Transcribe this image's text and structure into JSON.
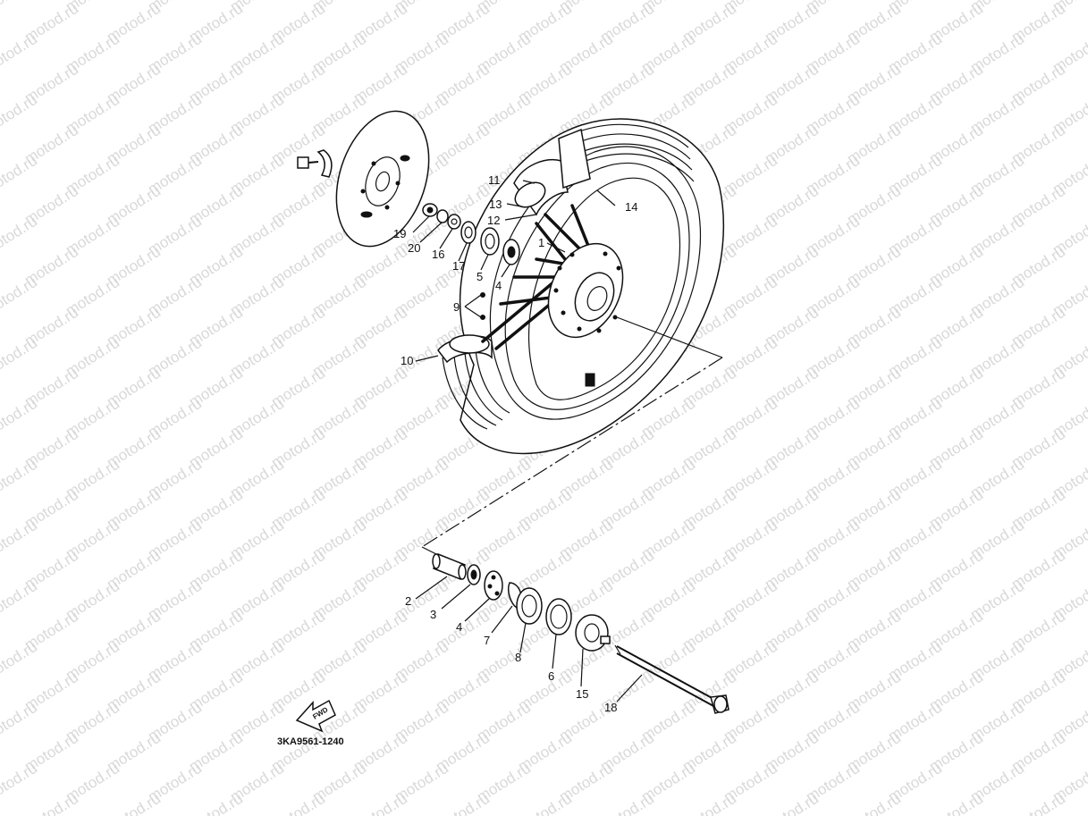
{
  "watermark": {
    "text": "motod.ru",
    "color": "#d9d9d9"
  },
  "callouts": {
    "c1": "1",
    "c2": "2",
    "c3": "3",
    "c4a": "4",
    "c4b": "4",
    "c5": "5",
    "c6": "6",
    "c7": "7",
    "c8": "8",
    "c9": "9",
    "c10": "10",
    "c11": "11",
    "c12": "12",
    "c13": "13",
    "c14": "14",
    "c15": "15",
    "c16": "16",
    "c17": "17",
    "c18": "18",
    "c19": "19",
    "c20": "20"
  },
  "direction_label": "FWD",
  "diagram_code": "3KA9561-1240"
}
